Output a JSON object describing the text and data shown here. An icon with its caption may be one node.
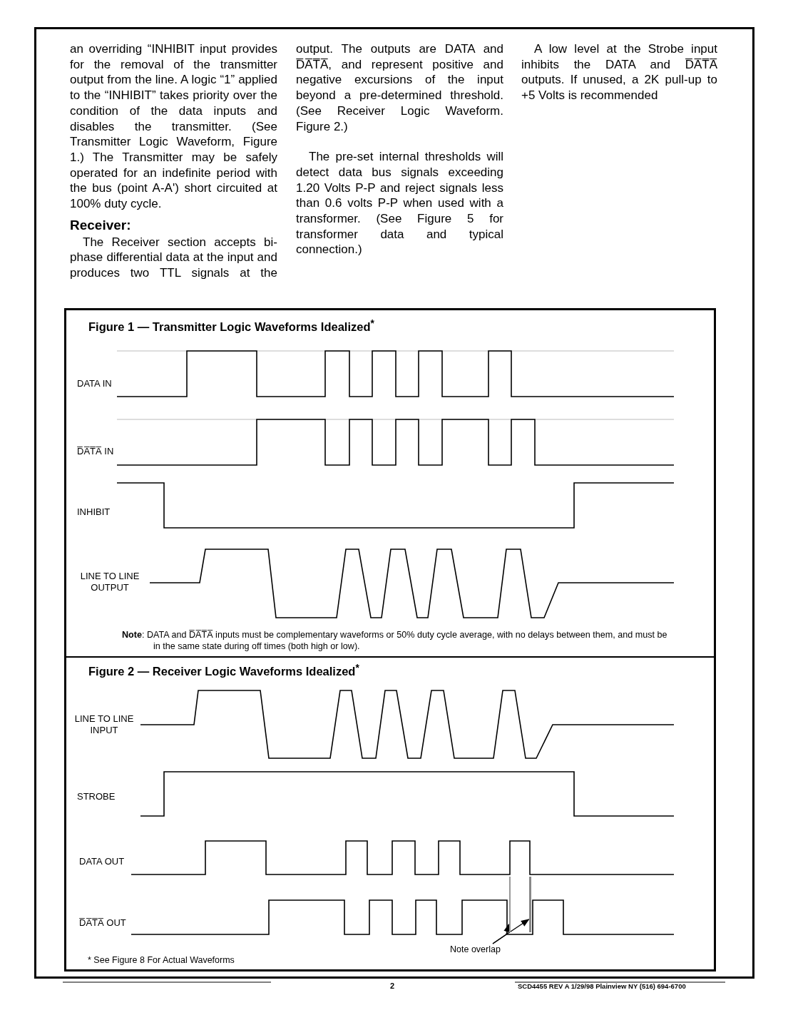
{
  "diagram": {
    "nodes": [
      {
        "text": [
          "Note overlap"
        ]
      },
      {
        "text": [],
        "shape": "bar"
      },
      {
        "text": [],
        "shape": "bar"
      }
    ],
    "edges": [
      {
        "from": 0,
        "to": 1,
        "arrow": "to"
      },
      {
        "from": 0,
        "to": 2,
        "arrow": "to"
      }
    ],
    "labels": [
      "an overriding “INHIBIT input provides for the removal of the transmitter output from the line. A logic “1” applied to the “INHIBIT” takes priority over the condition of the data inputs and disables the transmitter. (See Transmitter Logic Waveform, Figure 1.) The Transmitter may be safely operated for an indefinite period with the bus (point A-A') short circuited at 100% duty cycle.",
      "Receiver:",
      "The Receiver section accepts bi-phase differential data at the input and produces two TTL signals at the output. The outputs are DATA and D̅A̅T̅A̅, and represent positive and negative excursions of the input beyond a pre-determined threshold.(See Receiver Logic Waveform. Figure 2.)",
      "The pre-set internal thresholds will detect data bus signals exceeding 1.20 Volts P-P and reject signals less than 0.6 volts P-P when used with a transformer. (See Figure 5 for transformer data and typical connection.)",
      "A low level at the Strobe input inhibits the DATA and D̅A̅T̅A̅ outputs. If unused, a 2K pull-up to +5 Volts is recommended",
      "Figure 1 — Transmitter Logic Waveforms Idealized$^{*}$",
      "DATA IN",
      "D̅A̅T̅A̅ IN",
      "INHIBIT",
      "LINE TO LINE OUTPUT",
      "**Note**: DATA and D̅A̅T̅A̅ inputs must be complementary waveforms or 50% duty cycle average, with no delays between them, and must be in the same state during off times (both high or low).",
      "Figure 2 — Receiver Logic Waveforms Idealized$^{*}$",
      "LINE TO LINE INPUT",
      "STROBE",
      "DATA OUT",
      "D̅A̅T̅A̅ OUT",
      "* See Figure 8 For Actual Waveforms",
      "2",
      "SCD4455 REV A 1/29/98 Plainview NY (516) 694-6700"
    ]
  }
}
